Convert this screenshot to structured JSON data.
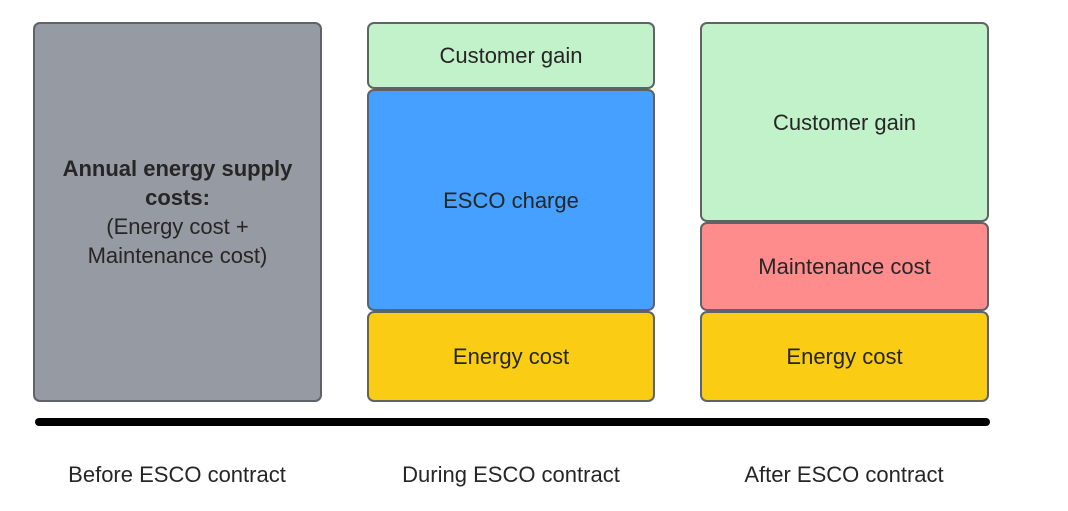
{
  "before": {
    "title": "Annual energy supply costs:",
    "detail_line1": "(Energy cost +",
    "detail_line2": "Maintenance cost)",
    "caption": "Before ESCO contract"
  },
  "during": {
    "customer_gain": "Customer gain",
    "esco_charge": "ESCO charge",
    "energy_cost": "Energy cost",
    "caption": "During ESCO contract"
  },
  "after": {
    "customer_gain": "Customer gain",
    "maintenance_cost": "Maintenance cost",
    "energy_cost": "Energy cost",
    "caption": "After ESCO contract"
  },
  "colors": {
    "supply_costs": "#969aa2",
    "customer_gain": "#c2f2c9",
    "esco_charge": "#45a0ff",
    "energy_cost": "#facc14",
    "maintenance_cost": "#ff8c8c"
  }
}
